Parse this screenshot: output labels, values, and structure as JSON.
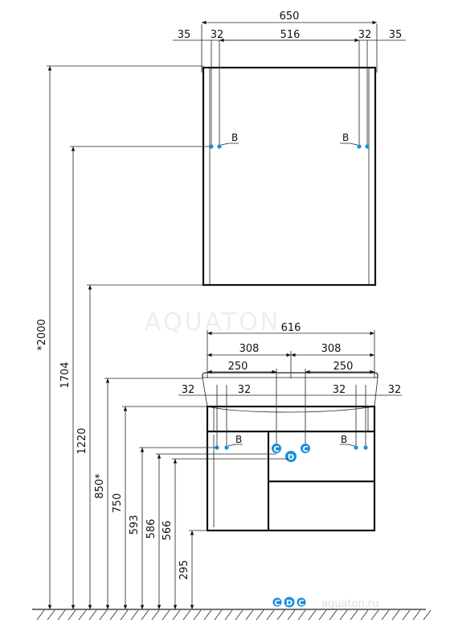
{
  "mirror": {
    "width_total": "650",
    "offset_left": "35",
    "hole_left": "32",
    "inner_width": "516",
    "hole_right": "32",
    "offset_right": "35",
    "mount_label_left": "B",
    "mount_label_right": "B"
  },
  "cabinet": {
    "width_total": "616",
    "half_left": "308",
    "half_right": "308",
    "span_left": "250",
    "span_right": "250",
    "hole_left_outer": "32",
    "hole_left_inner": "32",
    "hole_right_inner": "32",
    "hole_right_outer": "32",
    "mount_label_left": "B",
    "mount_label_right": "B",
    "water_label_1": "C",
    "drain_label": "D",
    "water_label_2": "C"
  },
  "heights": [
    "*2000",
    "1704",
    "1220",
    "850*",
    "750",
    "593",
    "586",
    "566",
    "295"
  ],
  "legend": {
    "c1": "C",
    "d": "D",
    "c2": "C"
  },
  "watermark": {
    "brand": "AQUATON",
    "site": "aquaton.ru"
  },
  "colors": {
    "mount_dot": "#1b8fd8",
    "connection_circle": "#1b8fd8",
    "line": "#111111"
  }
}
